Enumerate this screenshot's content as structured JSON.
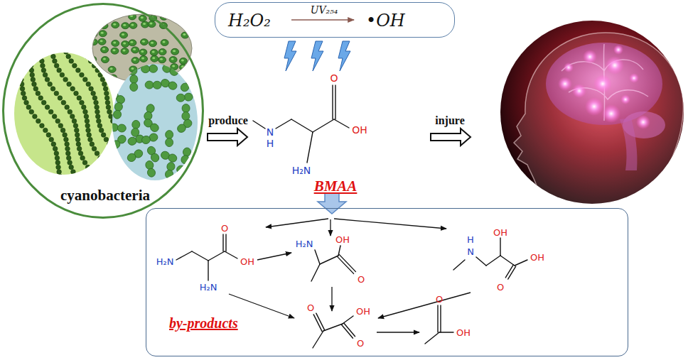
{
  "diagram": {
    "nodes": [
      {
        "text": [
          "H₂O₂",
          "UV₂₅₄",
          "•OH"
        ]
      },
      {
        "text": [
          "cyanobacteria"
        ]
      },
      {
        "text": [
          "by-products"
        ]
      }
    ],
    "labels": [
      "produce",
      "injure",
      "O",
      "OH",
      "N",
      "H",
      "H₂N",
      "BMAA",
      "O",
      "H₂N",
      "OH",
      "H₂N",
      "H₂N",
      "OH",
      "O",
      "H",
      "N",
      "OH",
      "OH",
      "O",
      "O",
      "OH",
      "O",
      "O",
      "OH"
    ]
  }
}
